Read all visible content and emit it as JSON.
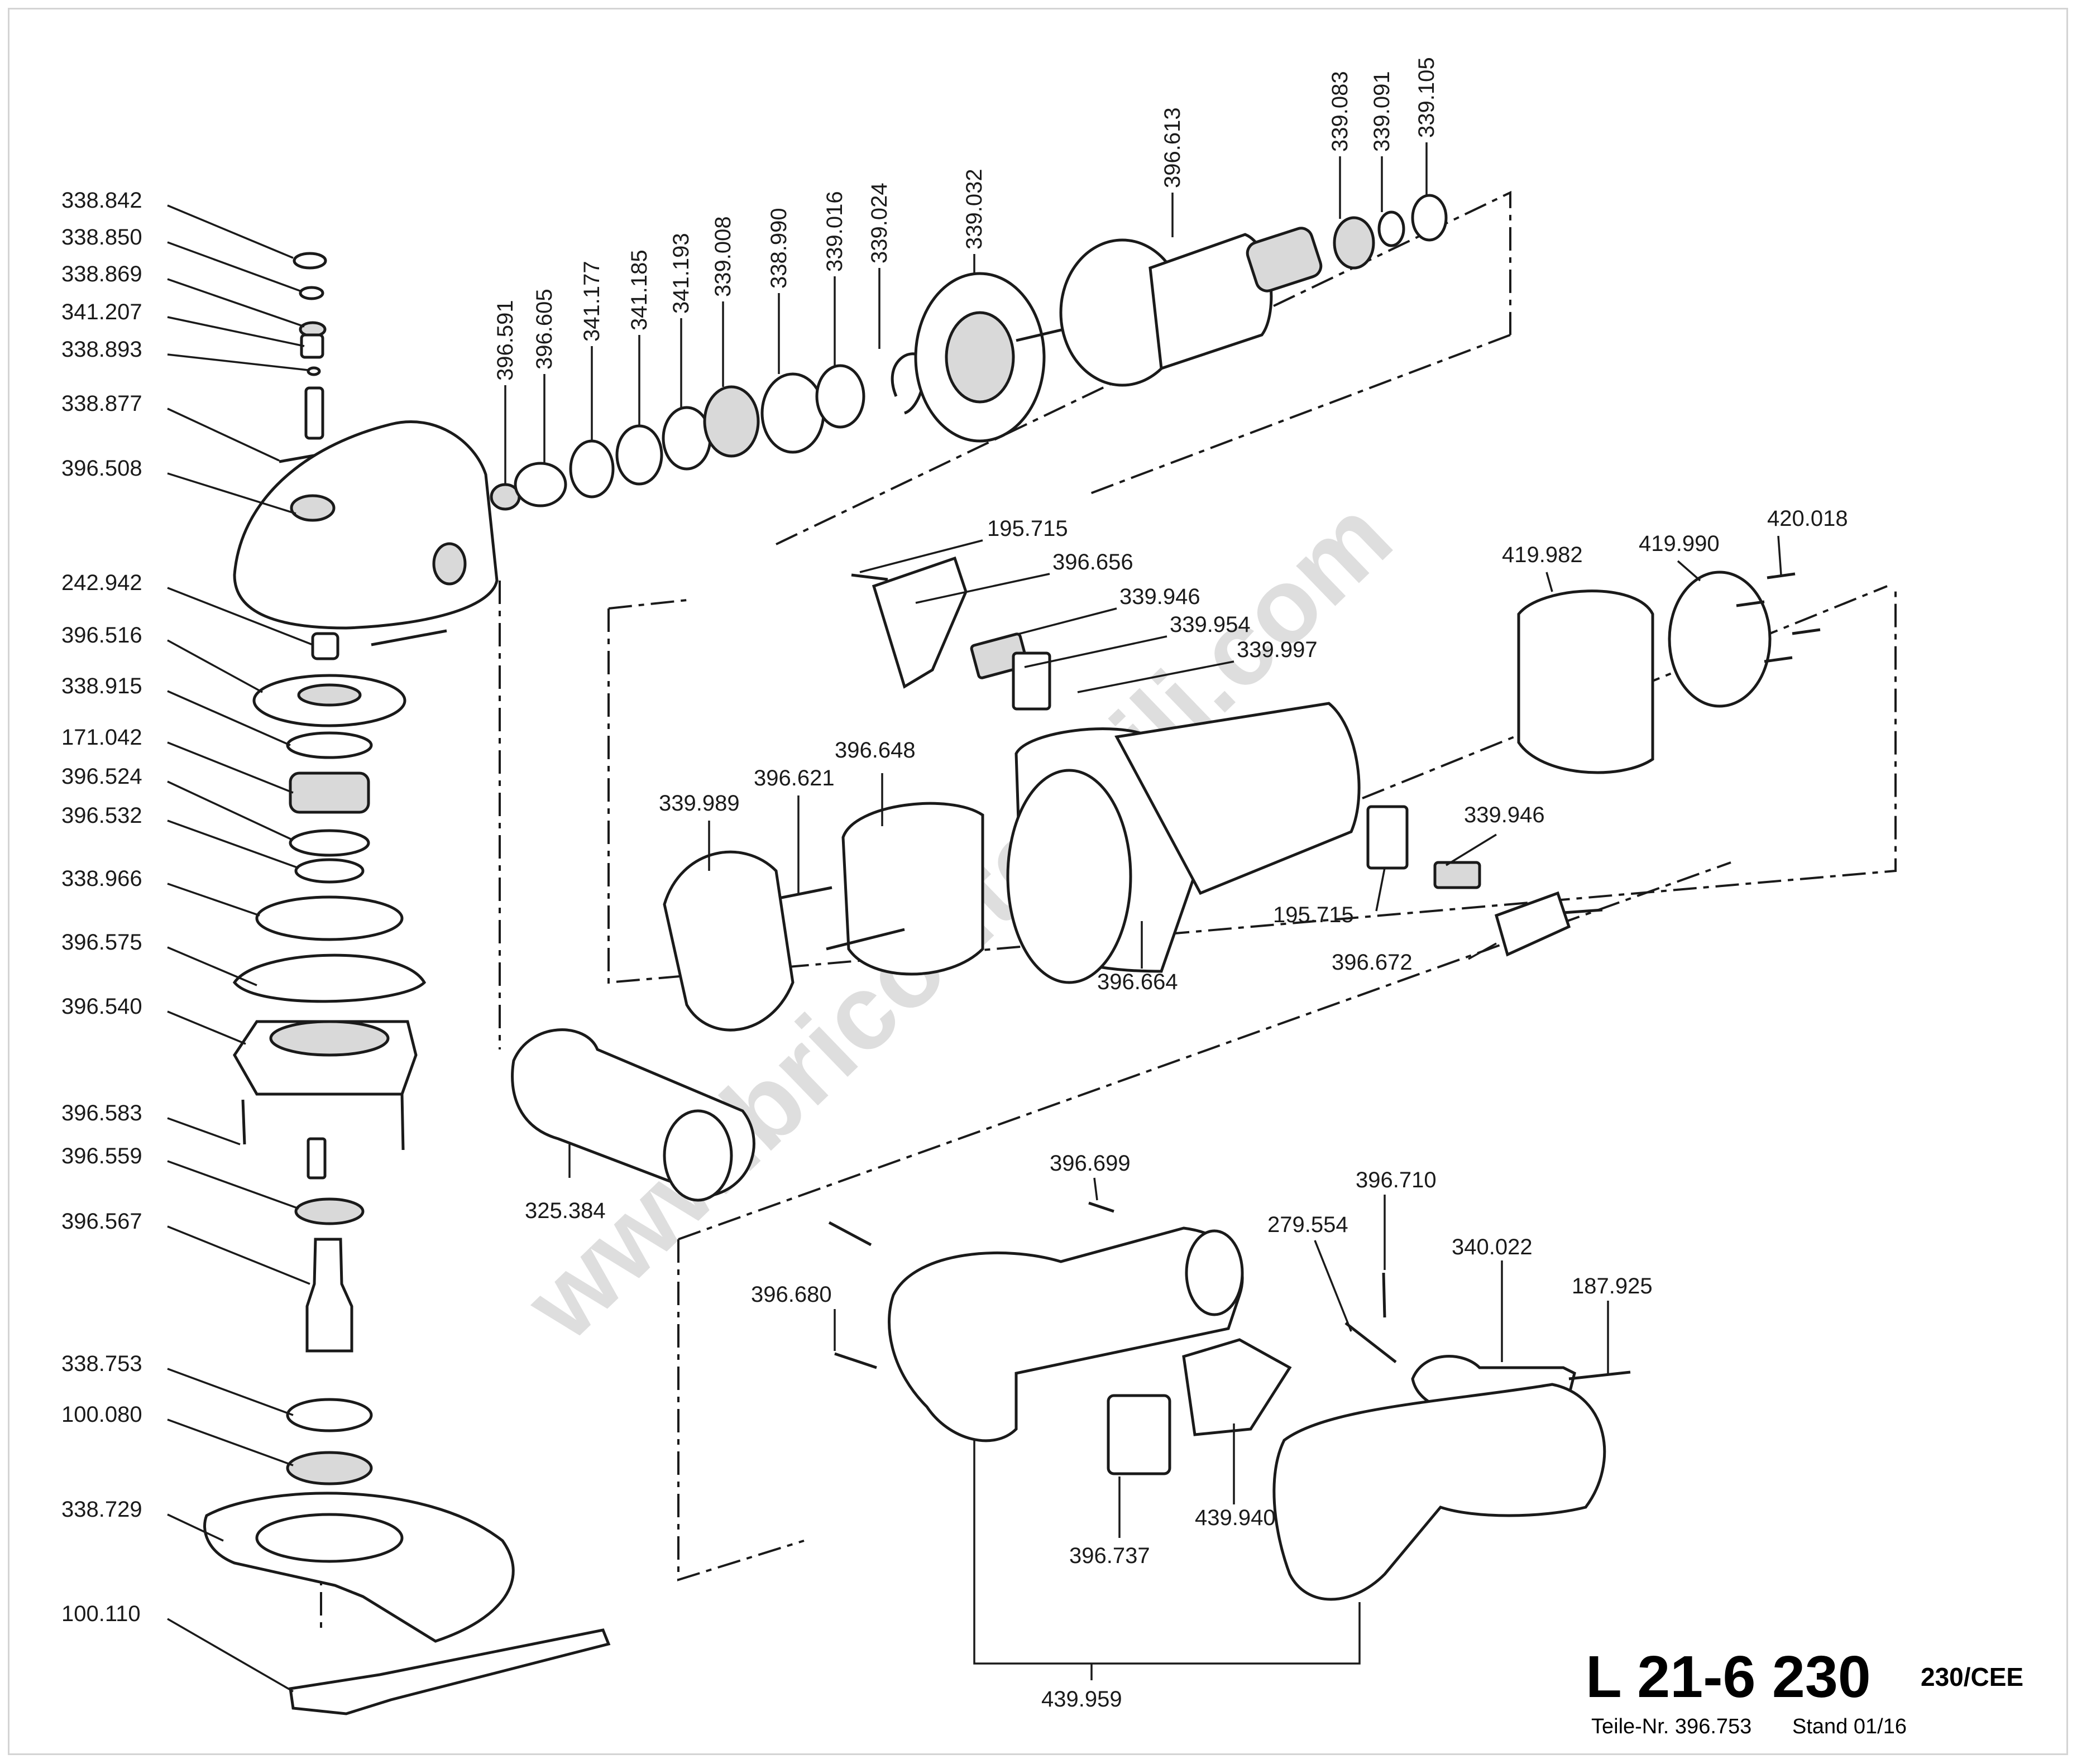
{
  "watermark": "www.bricoutensili.com",
  "title": {
    "model": "L 21-6 230",
    "voltage": "230/CEE",
    "part_no": "Teile-Nr. 396.753",
    "stand": "Stand 01/16"
  },
  "labels": {
    "p338842": "338.842",
    "p338850": "338.850",
    "p338869": "338.869",
    "p341207": "341.207",
    "p338893": "338.893",
    "p338877": "338.877",
    "p396508": "396.508",
    "p242942": "242.942",
    "p396516": "396.516",
    "p338915": "338.915",
    "p171042": "171.042",
    "p396524": "396.524",
    "p396532": "396.532",
    "p338966": "338.966",
    "p396575": "396.575",
    "p396540": "396.540",
    "p396583": "396.583",
    "p396559": "396.559",
    "p396567": "396.567",
    "p338753": "338.753",
    "p100080": "100.080",
    "p338729": "338.729",
    "p100110": "100.110",
    "p396591": "396.591",
    "p396605": "396.605",
    "p341177": "341.177",
    "p341185": "341.185",
    "p341193": "341.193",
    "p339008": "339.008",
    "p338990": "338.990",
    "p339016": "339.016",
    "p339024": "339.024",
    "p339032": "339.032",
    "p396613": "396.613",
    "p339083": "339.083",
    "p339091": "339.091",
    "p339105": "339.105",
    "p195715a": "195.715",
    "p396656": "396.656",
    "p339946a": "339.946",
    "p339954": "339.954",
    "p339997": "339.997",
    "p419982": "419.982",
    "p419990": "419.990",
    "p420018": "420.018",
    "p396648": "396.648",
    "p396621": "396.621",
    "p339989": "339.989",
    "p339946b": "339.946",
    "p195715b": "195.715",
    "p396672": "396.672",
    "p396664": "396.664",
    "p325384": "325.384",
    "p396699": "396.699",
    "p396710": "396.710",
    "p279554": "279.554",
    "p340022": "340.022",
    "p187925": "187.925",
    "p396680": "396.680",
    "p439940": "439.940",
    "p396737": "396.737",
    "p439959": "439.959"
  }
}
